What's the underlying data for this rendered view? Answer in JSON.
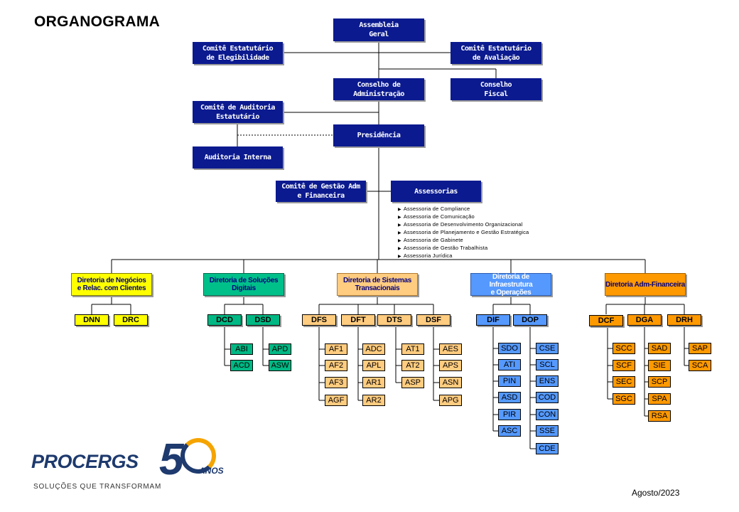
{
  "title": "ORGANOGRAMA",
  "top": {
    "assembleia": "Assembleia\nGeral",
    "comite_elegibilidade": "Comitê Estatutário\nde  Elegibilidade",
    "comite_avaliacao": "Comitê Estatutário\nde Avaliação",
    "conselho_admin": "Conselho de\nAdministração",
    "conselho_fiscal": "Conselho\nFiscal",
    "comite_auditoria": "Comitê de Auditoria\nEstatutário",
    "presidencia": "Presidência",
    "auditoria_interna": "Auditoria Interna",
    "comite_gestao": "Comitê de Gestão  Adm\ne Financeira",
    "assessorias": "Assessorias"
  },
  "assessorias_list": [
    "Assessoria de Compliance",
    "Assessoria de Comunicação",
    "Assessoria de Desenvolvimento Organizacional",
    "Assessoria de Planejamento e Gestão Estratégica",
    "Assessoria de Gabinete",
    "Assessoria de Gestão Trabalhista",
    "Assessoria Jurídica"
  ],
  "directorates": [
    {
      "name": "Diretoria de Negócios\ne Relac. com Clientes",
      "color": "#ffff00",
      "units": [
        {
          "code": "DNN",
          "children": []
        },
        {
          "code": "DRC",
          "children": []
        }
      ]
    },
    {
      "name": "Diretoria de Soluções\nDigitais",
      "color": "#00c08a",
      "units": [
        {
          "code": "DCD",
          "children": [
            "ABI",
            "ACD"
          ]
        },
        {
          "code": "DSD",
          "children": [
            "APD",
            "ASW"
          ]
        }
      ]
    },
    {
      "name": "Diretoria de Sistemas\nTransacionais",
      "color": "#ffcc80",
      "units": [
        {
          "code": "DFS",
          "children": [
            "AF1",
            "AF2",
            "AF3",
            "AGF"
          ]
        },
        {
          "code": "DFT",
          "children": [
            "ADC",
            "APL",
            "AR1",
            "AR2"
          ]
        },
        {
          "code": "DTS",
          "children": [
            "AT1",
            "AT2",
            "ASP"
          ]
        },
        {
          "code": "DSF",
          "children": [
            "AES",
            "APS",
            "ASN",
            "APG"
          ]
        }
      ]
    },
    {
      "name": "Diretoria de Infraestrutura\ne Operações",
      "color": "#5599ff",
      "units": [
        {
          "code": "DIF",
          "children": [
            "SDO",
            "ATI",
            "PIN",
            "ASD",
            "PIR",
            "ASC"
          ]
        },
        {
          "code": "DOP",
          "children": [
            "CSE",
            "SCL",
            "ENS",
            "COD",
            "CON",
            "SSE",
            "CDE"
          ]
        }
      ]
    },
    {
      "name": "Diretoria Adm-Financeira",
      "color": "#ff9900",
      "units": [
        {
          "code": "DCF",
          "children": [
            "SCC",
            "SCF",
            "SEC",
            "SGC"
          ]
        },
        {
          "code": "DGA",
          "children": [
            "SAD",
            "SIE",
            "SCP",
            "SPA",
            "RSA"
          ]
        },
        {
          "code": "DRH",
          "children": [
            "SAP",
            "SCA"
          ]
        }
      ]
    }
  ],
  "logo": {
    "name": "PROCERGS",
    "tagline": "SOLUÇÕES QUE TRANSFORMAM",
    "fifty": "5",
    "anos": "ANOS"
  },
  "date": "Agosto/2023"
}
